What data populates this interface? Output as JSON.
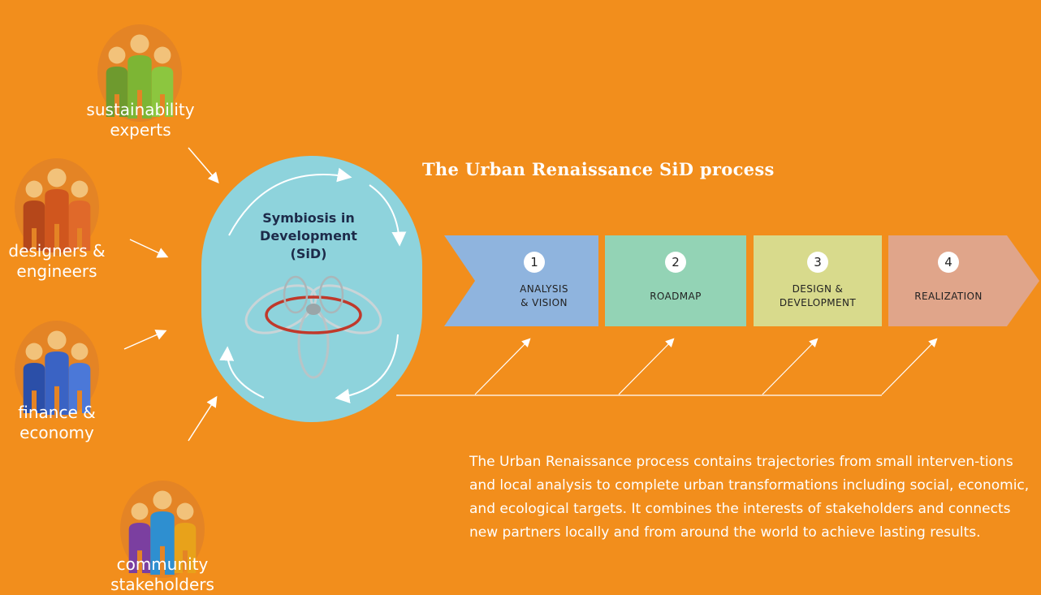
{
  "colors": {
    "background": "#F28E1C",
    "center_oval": "#8ED3DC",
    "step1": "#8FB4DE",
    "step2": "#93D3B5",
    "step3": "#D8DA8C",
    "step4": "#E0A58A",
    "arrow_lines": "#ffffff"
  },
  "stakeholder_groups": [
    {
      "id": "sustainability",
      "label": "sustainability\nexperts",
      "icon": "people-group-icon",
      "colors": [
        "#6E9A2E",
        "#7DB534",
        "#8CC63F"
      ]
    },
    {
      "id": "designers",
      "label": "designers &\nengineers",
      "icon": "people-group-icon",
      "colors": [
        "#B5471A",
        "#D0561E",
        "#E0692A"
      ]
    },
    {
      "id": "finance",
      "label": "finance &\neconomy",
      "icon": "people-group-icon",
      "colors": [
        "#2B4FA8",
        "#3A63C4",
        "#4B78D8"
      ]
    },
    {
      "id": "community",
      "label": "community\nstakeholders",
      "icon": "people-group-icon",
      "colors": [
        "#7B3FA0",
        "#2E8FD0",
        "#E8A21A"
      ]
    }
  ],
  "center": {
    "label": "Symbiosis in\nDevelopment\n(SiD)",
    "icon": "sid-knot-icon"
  },
  "title": "The Urban Renaissance SiD process",
  "steps": [
    {
      "number": "1",
      "label": "Analysis\n& Vision"
    },
    {
      "number": "2",
      "label": "Roadmap"
    },
    {
      "number": "3",
      "label": "Design &\nDevelopment"
    },
    {
      "number": "4",
      "label": "Realization"
    }
  ],
  "description": "The Urban Renaissance process contains trajectories from small interven-tions and local analysis to complete urban transformations including social, economic, and ecological targets. It combines the interests of stakeholders and connects new partners locally and from around the world to achieve lasting results."
}
